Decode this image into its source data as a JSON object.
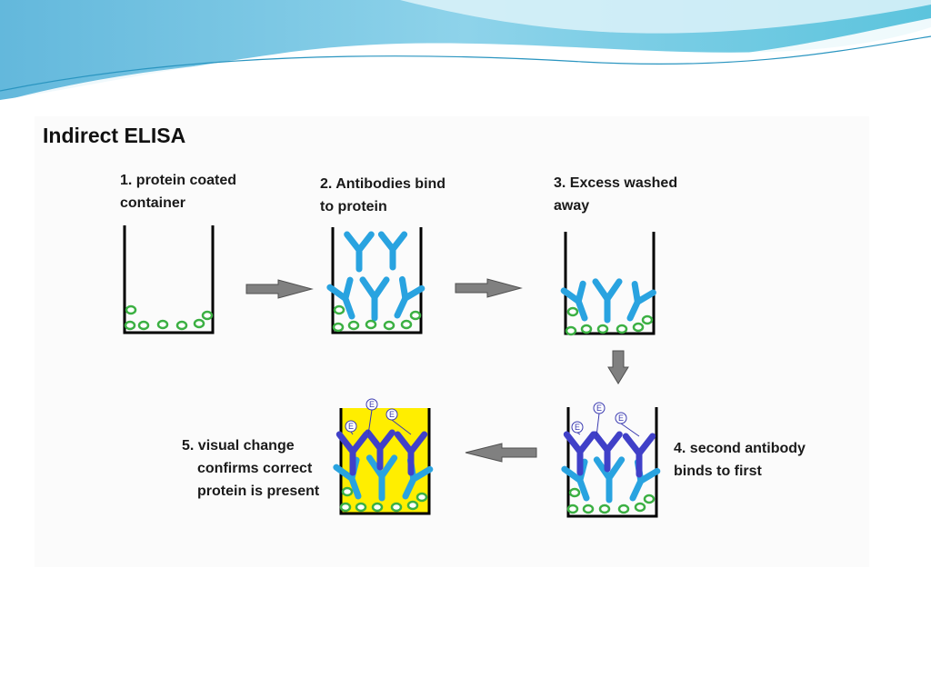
{
  "title": "Indirect ELISA",
  "steps": [
    {
      "line1": "1. protein coated",
      "line2": "container"
    },
    {
      "line1": "2. Antibodies bind",
      "line2": "to protein"
    },
    {
      "line1": "3. Excess washed",
      "line2": "away"
    },
    {
      "line1": "4. second antibody",
      "line2": "binds to first"
    },
    {
      "line1": "5. visual change",
      "line2": "confirms correct",
      "line3": "protein is present"
    }
  ],
  "enzyme_label": "E",
  "colors": {
    "protein": "#3cb043",
    "primary_antibody": "#29a3e0",
    "secondary_antibody": "#4040c8",
    "result_fill": "#ffee00",
    "arrow": "#808080"
  }
}
